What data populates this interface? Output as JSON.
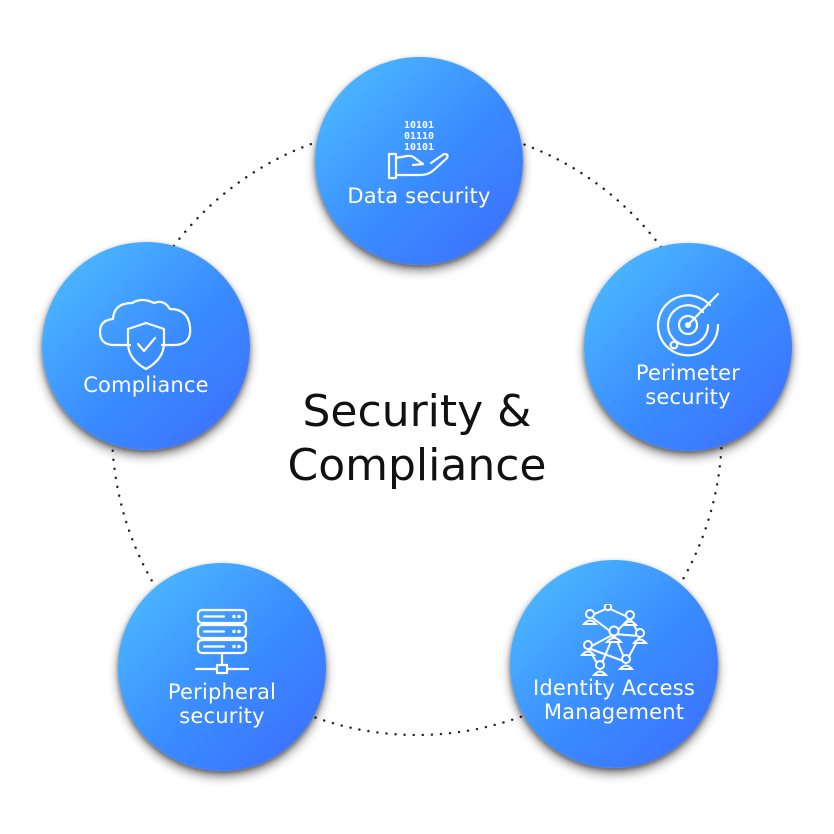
{
  "title": {
    "line1": "Security &",
    "line2": "Compliance"
  },
  "nodes": {
    "data_security": {
      "label": "Data security",
      "icon": "binary-hand-icon"
    },
    "perimeter": {
      "label_line1": "Perimeter",
      "label_line2": "security",
      "icon": "radar-icon"
    },
    "identity": {
      "label_line1": "Identity Access",
      "label_line2": "Management",
      "icon": "network-people-icon"
    },
    "peripheral": {
      "label_line1": "Peripheral",
      "label_line2": "security",
      "icon": "server-network-icon"
    },
    "compliance": {
      "label": "Compliance",
      "icon": "cloud-shield-icon"
    }
  },
  "icon_text": {
    "bits_row1": "10101",
    "bits_row2": "01110",
    "bits_row3": "10101"
  },
  "colors": {
    "gradient_start": "#4fc1ff",
    "gradient_end": "#3d6cff",
    "dotted_ring": "#222222",
    "title_text": "#111111"
  }
}
